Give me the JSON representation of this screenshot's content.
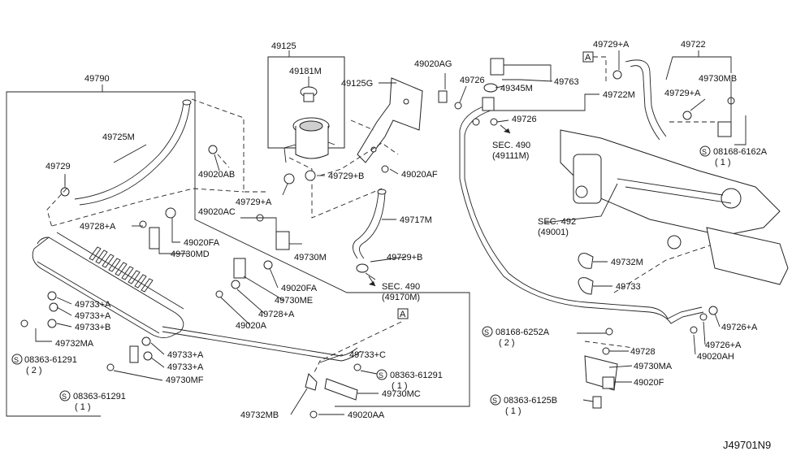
{
  "diagram_id": "J49701N9",
  "labels": {
    "l49790": "49790",
    "l49125": "49125",
    "l49181M": "49181M",
    "l49125G": "49125G",
    "l49020AG": "49020AG",
    "l49726a": "49726",
    "l49345M": "49345M",
    "l49763": "49763",
    "l49722M": "49722M",
    "l49726b": "49726",
    "l49729A_top": "49729+A",
    "l49722": "49722",
    "l49730MB": "49730MB",
    "l49729A_r": "49729+A",
    "l08168_6162A": "08168-6162A",
    "l08168_6162A_q": "( 1 )",
    "l49725M": "49725M",
    "l49729": "49729",
    "l49020AB": "49020AB",
    "l49729A_mid": "49729+A",
    "l49729B_mid": "49729+B",
    "l49020AF": "49020AF",
    "l49020AC": "49020AC",
    "l49717M": "49717M",
    "l49728A_l": "49728+A",
    "l49020FA_l": "49020FA",
    "l49730MD": "49730MD",
    "l49730M": "49730M",
    "l49729B_low": "49729+B",
    "l49020FA_m": "49020FA",
    "l49730ME": "49730ME",
    "l49728A_m": "49728+A",
    "l49020A": "49020A",
    "l49733A_1": "49733+A",
    "l49733A_2": "49733+A",
    "l49733B": "49733+B",
    "l49732MA": "49732MA",
    "l08363_61291_l": "08363-61291",
    "l08363_61291_l_q": "( 2 )",
    "l49733A_3": "49733+A",
    "l49733A_4": "49733+A",
    "l49730MF": "49730MF",
    "l08363_61291_b": "08363-61291",
    "l08363_61291_b_q": "( 1 )",
    "l49733C": "49733+C",
    "l08363_61291_r": "08363-61291",
    "l08363_61291_r_q": "( 1 )",
    "l49730MC": "49730MC",
    "l49732MB": "49732MB",
    "l49020AA": "49020AA",
    "sec490_a": "SEC. 490",
    "sec490_a_sub": "(49111M)",
    "sec492": "SEC. 492",
    "sec492_sub": "(49001)",
    "sec490_b": "SEC. 490",
    "sec490_b_sub": "(49170M)",
    "l49732M": "49732M",
    "l49733": "49733",
    "l08168_6252A": "08168-6252A",
    "l08168_6252A_q": "( 2 )",
    "l49728": "49728",
    "l49730MA": "49730MA",
    "l49020F": "49020F",
    "l08363_6125B": "08363-6125B",
    "l08363_6125B_q": "( 1 )",
    "l49726A_1": "49726+A",
    "l49726A_2": "49726+A",
    "l49020AH": "49020AH",
    "ref_A": "A",
    "bolt_mark": "S"
  }
}
